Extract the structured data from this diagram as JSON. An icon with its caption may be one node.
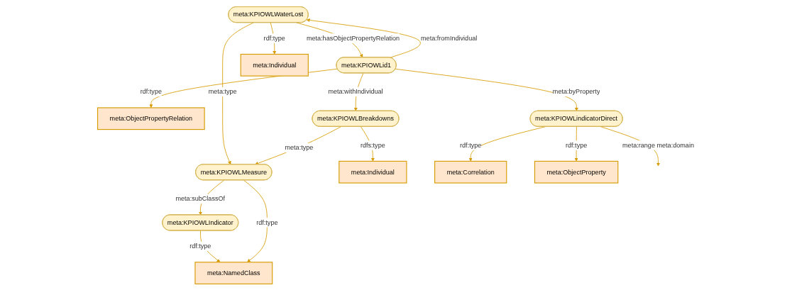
{
  "diagram": {
    "nodes": [
      {
        "text": [
          "meta:NamedClass"
        ]
      },
      {
        "text": [
          "meta:KPIOWLIndicator"
        ]
      },
      {
        "text": [
          "meta:KPIOWLMeasure"
        ]
      },
      {
        "text": [
          "meta:ObjectPropertyRelation"
        ]
      },
      {
        "text": [
          "meta:Individual"
        ]
      },
      {
        "text": [
          "meta:KPIOWLBreakdowns"
        ]
      },
      {
        "text": [
          "meta:KPIOWLWaterLost"
        ]
      },
      {
        "text": [
          "meta:KPIOWLid1"
        ]
      },
      {
        "text": [
          "meta:KPIOWLindicatorDirect"
        ]
      },
      {
        "text": [
          "meta:Individual"
        ]
      },
      {
        "text": [
          "meta:Correlation"
        ]
      },
      {
        "text": [
          "meta:ObjectProperty"
        ]
      }
    ],
    "edges": [
      {
        "from": 1,
        "to": 0,
        "arrow": "to",
        "label": "rdf:type"
      },
      {
        "from": 2,
        "to": 0,
        "arrow": "to",
        "label": "rdf:type"
      },
      {
        "from": 2,
        "to": 1,
        "arrow": "to",
        "label": "meta:subClassOf"
      },
      {
        "from": 6,
        "to": 2,
        "arrow": "to",
        "label": "meta:type"
      },
      {
        "from": 7,
        "to": 6,
        "arrow": "to",
        "label": "meta:fromIndividual"
      },
      {
        "from": 6,
        "to": 7,
        "arrow": "to",
        "label": "meta:hasObjectPropertyRelation"
      },
      {
        "from": 6,
        "to": 9,
        "arrow": "to",
        "label": "rdf:type"
      },
      {
        "from": 7,
        "to": 3,
        "arrow": "to",
        "label": "rdf:type"
      },
      {
        "from": 7,
        "to": 5,
        "arrow": "to",
        "label": "meta:withIndividual"
      },
      {
        "from": 7,
        "to": 8,
        "arrow": "to",
        "label": "meta:byProperty"
      },
      {
        "from": 5,
        "to": 4,
        "arrow": "to",
        "label": "rdfs:type"
      },
      {
        "from": 5,
        "to": 2,
        "arrow": "to",
        "label": "meta:type"
      },
      {
        "from": 8,
        "to": null,
        "arrow": "to",
        "label": "meta:range meta:domain"
      },
      {
        "from": 8,
        "to": 10,
        "arrow": "to",
        "label": "rdf:type"
      },
      {
        "from": 8,
        "to": 11,
        "arrow": "to",
        "label": "rdf:type"
      }
    ]
  }
}
